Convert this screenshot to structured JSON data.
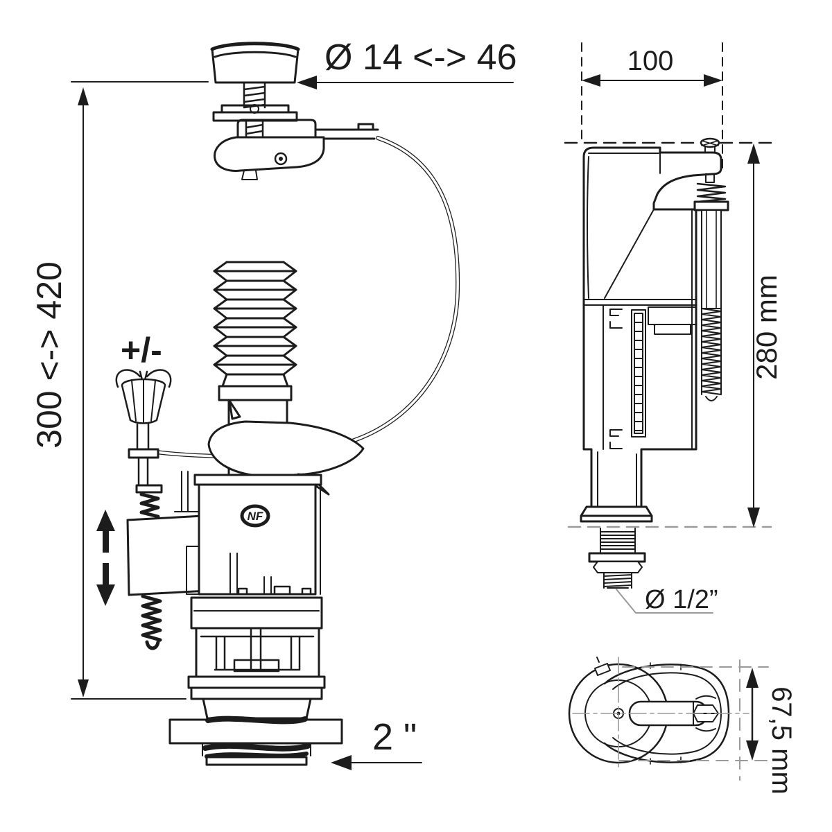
{
  "page": {
    "background": "#ffffff"
  },
  "colors": {
    "ink": "#1c1c1c",
    "ink_light": "#9a9a9a"
  },
  "flush_valve": {
    "dim_height_range": "300 <-> 420",
    "dim_button_diameter": "Ø 14 <-> 46",
    "label_adjustment": "+/-",
    "dim_outlet": "2 \"",
    "brand_mark": "NF"
  },
  "fill_valve": {
    "dim_width": "100",
    "dim_height": "280 mm",
    "dim_inlet": "Ø 1/2”"
  },
  "fill_valve_top_view": {
    "dim_float_height": "67,5 mm"
  }
}
